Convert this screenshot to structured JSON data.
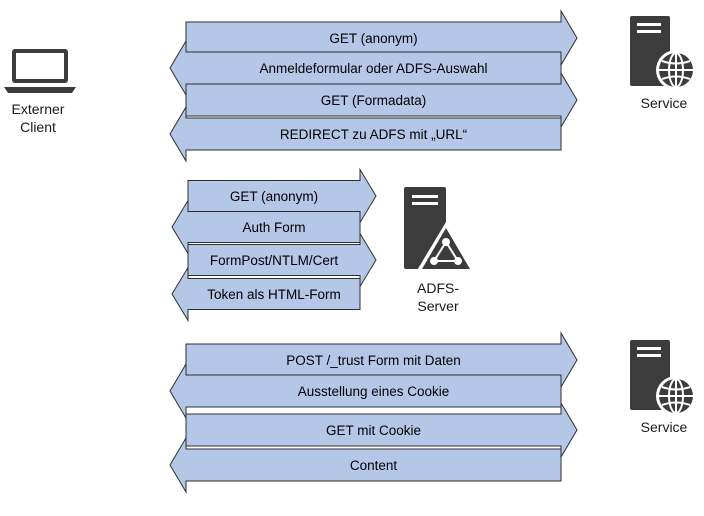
{
  "client": {
    "label_line1": "Externer",
    "label_line2": "Client",
    "icon": "laptop-icon"
  },
  "servers": {
    "service_top": {
      "label": "Service",
      "icon": "web-server-icon"
    },
    "adfs": {
      "label_line1": "ADFS-",
      "label_line2": "Server",
      "icon": "adfs-server-icon"
    },
    "service_bottom": {
      "label": "Service",
      "icon": "web-server-icon"
    }
  },
  "groups": {
    "group1": [
      {
        "text": "GET (anonym)",
        "direction": "right"
      },
      {
        "text": "Anmeldeformular oder ADFS-Auswahl",
        "direction": "left"
      },
      {
        "text": "GET (Formadata)",
        "direction": "right"
      },
      {
        "text": "REDIRECT zu ADFS mit „URL“",
        "direction": "left"
      }
    ],
    "group2": [
      {
        "text": "GET (anonym)",
        "direction": "right"
      },
      {
        "text": "Auth Form",
        "direction": "left"
      },
      {
        "text": "FormPost/NTLM/Cert",
        "direction": "right"
      },
      {
        "text": "Token als HTML-Form",
        "direction": "left"
      }
    ],
    "group3": [
      {
        "text": "POST /_trust  Form mit Daten",
        "direction": "right"
      },
      {
        "text": "Ausstellung eines Cookie",
        "direction": "left"
      },
      {
        "text": "GET mit Cookie",
        "direction": "right"
      },
      {
        "text": "Content",
        "direction": "left"
      }
    ]
  },
  "colors": {
    "arrow_fill": "#b4c7e7",
    "arrow_stroke": "#2f2f2f",
    "icon": "#3c3c3c"
  }
}
